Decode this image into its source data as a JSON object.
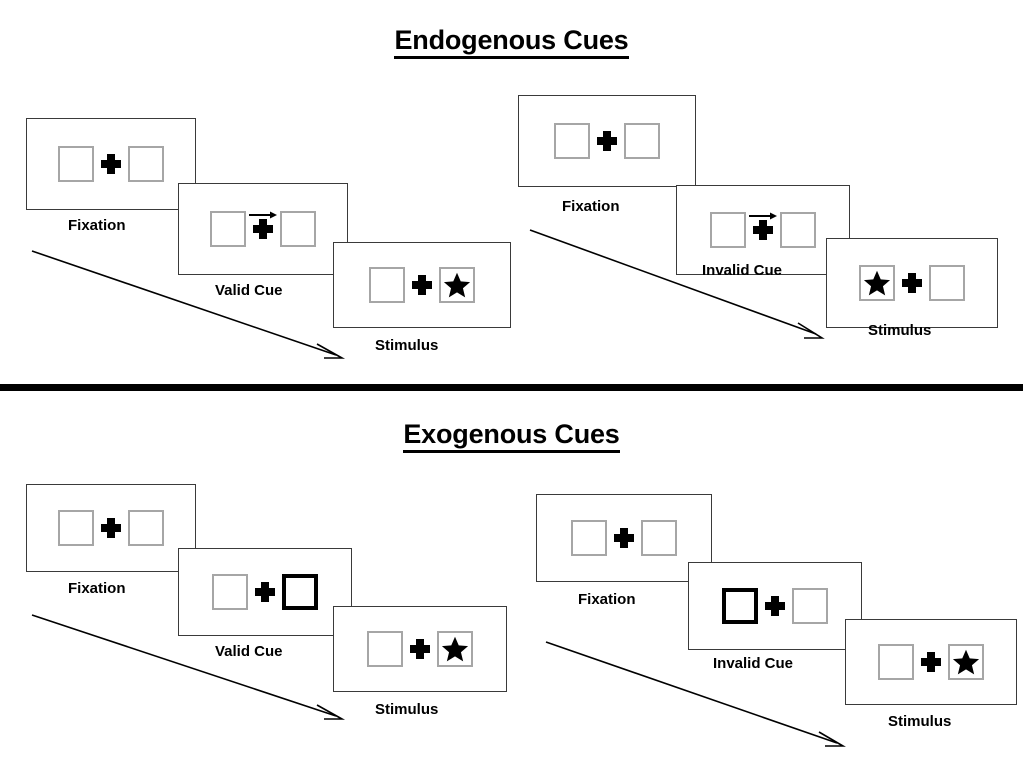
{
  "page": {
    "background": "#ffffff",
    "accent": "#000000",
    "placeholder_box_color": "#a6a6a6",
    "cued_box_color": "#000000"
  },
  "sections": [
    {
      "id": "endogenous",
      "title": "Endogenous Cues",
      "columns": [
        {
          "id": "endogenous-valid",
          "panels": [
            {
              "id": "fixation",
              "caption": "Fixation",
              "cue": "none",
              "stimulus": "none"
            },
            {
              "id": "valid-cue",
              "caption": "Valid Cue",
              "cue": "arrow-right",
              "stimulus": "none"
            },
            {
              "id": "stimulus",
              "caption": "Stimulus",
              "cue": "none",
              "stimulus": "right"
            }
          ]
        },
        {
          "id": "endogenous-invalid",
          "panels": [
            {
              "id": "fixation",
              "caption": "Fixation",
              "cue": "none",
              "stimulus": "none"
            },
            {
              "id": "invalid-cue",
              "caption": "Invalid Cue",
              "cue": "arrow-right",
              "stimulus": "none"
            },
            {
              "id": "stimulus",
              "caption": "Stimulus",
              "cue": "none",
              "stimulus": "left"
            }
          ]
        }
      ]
    },
    {
      "id": "exogenous",
      "title": "Exogenous Cues",
      "columns": [
        {
          "id": "exogenous-valid",
          "panels": [
            {
              "id": "fixation",
              "caption": "Fixation",
              "cue": "none",
              "stimulus": "none"
            },
            {
              "id": "valid-cue",
              "caption": "Valid Cue",
              "cue": "box-right",
              "stimulus": "none"
            },
            {
              "id": "stimulus",
              "caption": "Stimulus",
              "cue": "none",
              "stimulus": "right"
            }
          ]
        },
        {
          "id": "exogenous-invalid",
          "panels": [
            {
              "id": "fixation",
              "caption": "Fixation",
              "cue": "none",
              "stimulus": "none"
            },
            {
              "id": "invalid-cue",
              "caption": "Invalid Cue",
              "cue": "box-left",
              "stimulus": "none"
            },
            {
              "id": "stimulus",
              "caption": "Stimulus",
              "cue": "none",
              "stimulus": "right"
            }
          ]
        }
      ]
    }
  ],
  "labels": {
    "endogenous_title": "Endogenous Cues",
    "exogenous_title": "Exogenous Cues",
    "fixation": "Fixation",
    "valid_cue": "Valid Cue",
    "invalid_cue": "Invalid Cue",
    "stimulus": "Stimulus"
  }
}
